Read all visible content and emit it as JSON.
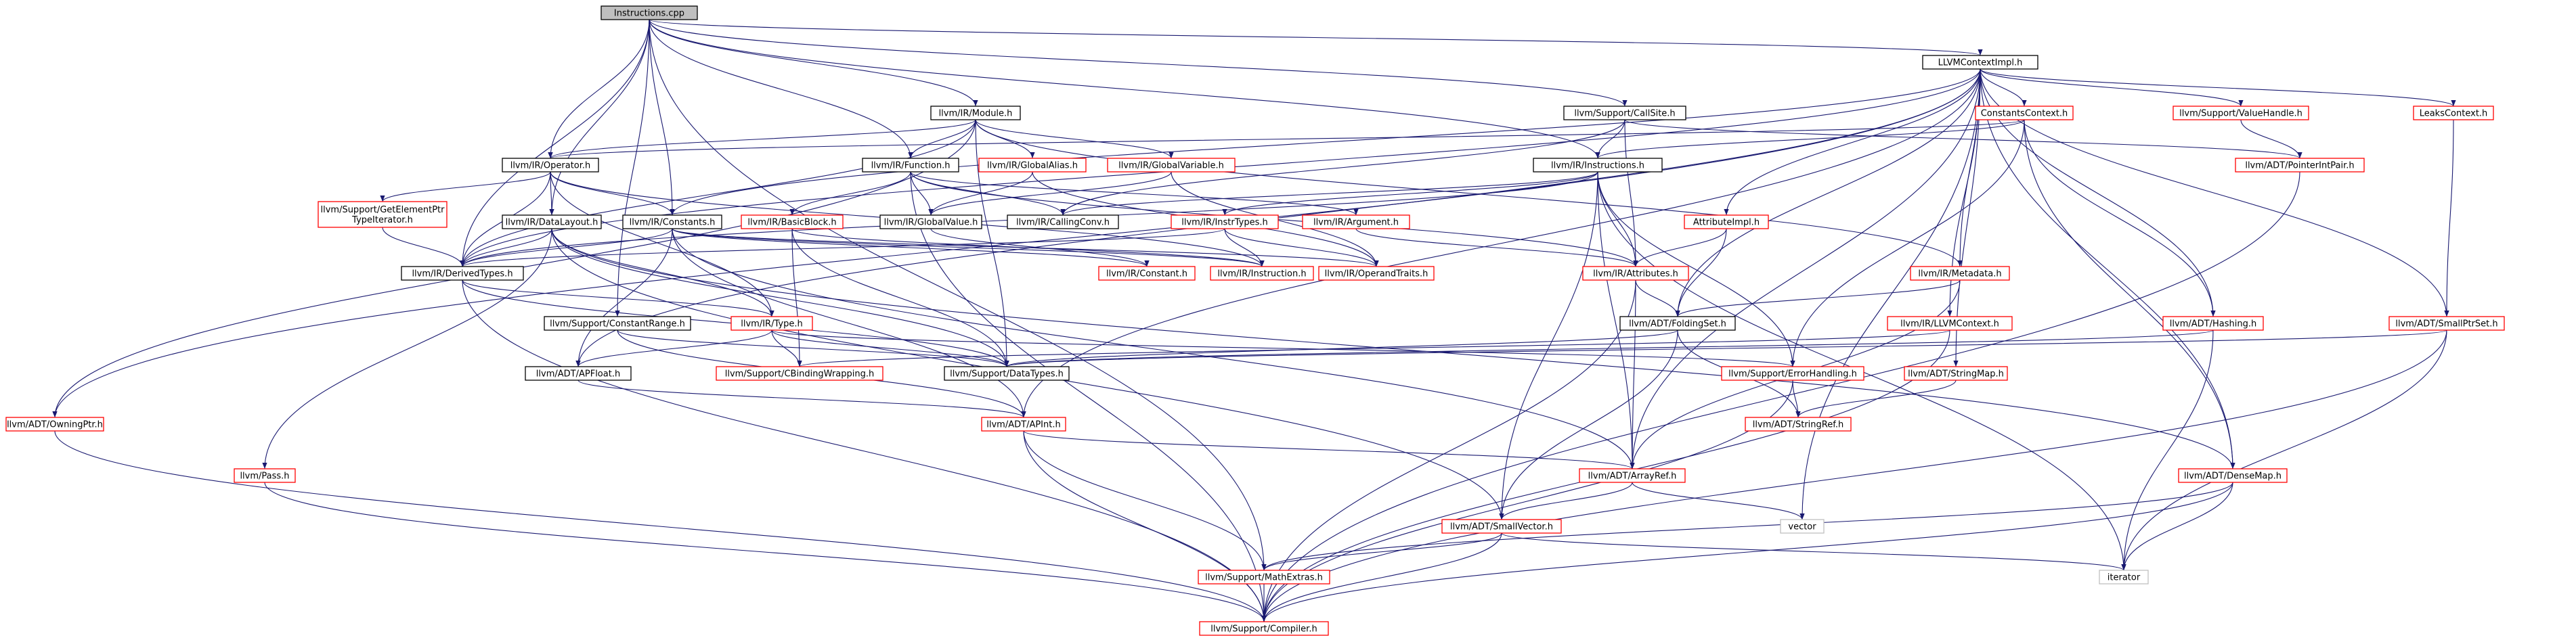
{
  "graph": {
    "type": "include-dependency-graph",
    "colors": {
      "edge": "#191970",
      "root_fill": "#bfbfbf",
      "node_fill": "#ffffff",
      "internal_border": "#000000",
      "external_border": "#ff0000",
      "leaf_border": "#bfbfbf",
      "text": "#000000"
    },
    "nodes": [
      {
        "id": "instructions_cpp",
        "label": "Instructions.cpp",
        "style": "root"
      },
      {
        "id": "llvmcontextimpl",
        "label": "LLVMContextImpl.h",
        "style": "internal"
      },
      {
        "id": "module",
        "label": "llvm/IR/Module.h",
        "style": "internal"
      },
      {
        "id": "callsite",
        "label": "llvm/Support/CallSite.h",
        "style": "internal"
      },
      {
        "id": "constantscontext",
        "label": "ConstantsContext.h",
        "style": "external"
      },
      {
        "id": "valuehandle",
        "label": "llvm/Support/ValueHandle.h",
        "style": "external"
      },
      {
        "id": "leakscontext",
        "label": "LeaksContext.h",
        "style": "external"
      },
      {
        "id": "operator",
        "label": "llvm/IR/Operator.h",
        "style": "internal"
      },
      {
        "id": "function",
        "label": "llvm/IR/Function.h",
        "style": "internal"
      },
      {
        "id": "globalalias",
        "label": "llvm/IR/GlobalAlias.h",
        "style": "external"
      },
      {
        "id": "globalvariable",
        "label": "llvm/IR/GlobalVariable.h",
        "style": "external"
      },
      {
        "id": "instructions",
        "label": "llvm/IR/Instructions.h",
        "style": "internal"
      },
      {
        "id": "pointerintpair",
        "label": "llvm/ADT/PointerIntPair.h",
        "style": "external"
      },
      {
        "id": "gep_iterator",
        "label": "llvm/Support/GetElementPtr\nTypeIterator.h",
        "style": "external"
      },
      {
        "id": "datalayout",
        "label": "llvm/IR/DataLayout.h",
        "style": "internal"
      },
      {
        "id": "constants_h",
        "label": "llvm/IR/Constants.h",
        "style": "internal"
      },
      {
        "id": "basicblock",
        "label": "llvm/IR/BasicBlock.h",
        "style": "external"
      },
      {
        "id": "globalvalue",
        "label": "llvm/IR/GlobalValue.h",
        "style": "internal"
      },
      {
        "id": "callingconv",
        "label": "llvm/IR/CallingConv.h",
        "style": "internal"
      },
      {
        "id": "argument",
        "label": "llvm/IR/Argument.h",
        "style": "external"
      },
      {
        "id": "instrtypes",
        "label": "llvm/IR/InstrTypes.h",
        "style": "external"
      },
      {
        "id": "attributeimpl",
        "label": "AttributeImpl.h",
        "style": "external"
      },
      {
        "id": "derivedtypes",
        "label": "llvm/IR/DerivedTypes.h",
        "style": "internal"
      },
      {
        "id": "constant_h",
        "label": "llvm/IR/Constant.h",
        "style": "external"
      },
      {
        "id": "instruction_h",
        "label": "llvm/IR/Instruction.h",
        "style": "external"
      },
      {
        "id": "operandtraits",
        "label": "llvm/IR/OperandTraits.h",
        "style": "external"
      },
      {
        "id": "attributes",
        "label": "llvm/IR/Attributes.h",
        "style": "external"
      },
      {
        "id": "metadata",
        "label": "llvm/IR/Metadata.h",
        "style": "external"
      },
      {
        "id": "type_h",
        "label": "llvm/IR/Type.h",
        "style": "external"
      },
      {
        "id": "constantrange",
        "label": "llvm/Support/ConstantRange.h",
        "style": "internal"
      },
      {
        "id": "foldingset",
        "label": "llvm/ADT/FoldingSet.h",
        "style": "internal"
      },
      {
        "id": "llvmcontext",
        "label": "llvm/IR/LLVMContext.h",
        "style": "external"
      },
      {
        "id": "hashing",
        "label": "llvm/ADT/Hashing.h",
        "style": "external"
      },
      {
        "id": "smallptrset",
        "label": "llvm/ADT/SmallPtrSet.h",
        "style": "external"
      },
      {
        "id": "apfloat",
        "label": "llvm/ADT/APFloat.h",
        "style": "internal"
      },
      {
        "id": "cbindingwrapping",
        "label": "llvm/Support/CBindingWrapping.h",
        "style": "external"
      },
      {
        "id": "datatypes",
        "label": "llvm/Support/DataTypes.h",
        "style": "internal"
      },
      {
        "id": "errorhandling",
        "label": "llvm/Support/ErrorHandling.h",
        "style": "external"
      },
      {
        "id": "stringmap",
        "label": "llvm/ADT/StringMap.h",
        "style": "external"
      },
      {
        "id": "owningptr",
        "label": "llvm/ADT/OwningPtr.h",
        "style": "external"
      },
      {
        "id": "stringref",
        "label": "llvm/ADT/StringRef.h",
        "style": "external"
      },
      {
        "id": "apint",
        "label": "llvm/ADT/APInt.h",
        "style": "external"
      },
      {
        "id": "pass",
        "label": "llvm/Pass.h",
        "style": "external"
      },
      {
        "id": "arrayref",
        "label": "llvm/ADT/ArrayRef.h",
        "style": "external"
      },
      {
        "id": "densemap",
        "label": "llvm/ADT/DenseMap.h",
        "style": "external"
      },
      {
        "id": "vector",
        "label": "vector",
        "style": "leaf"
      },
      {
        "id": "smallvector",
        "label": "llvm/ADT/SmallVector.h",
        "style": "external"
      },
      {
        "id": "iterator",
        "label": "iterator",
        "style": "leaf"
      },
      {
        "id": "mathextras",
        "label": "llvm/Support/MathExtras.h",
        "style": "external"
      },
      {
        "id": "compiler",
        "label": "llvm/Support/Compiler.h",
        "style": "external"
      }
    ],
    "edges": [
      [
        "instructions_cpp",
        "llvmcontextimpl"
      ],
      [
        "instructions_cpp",
        "module"
      ],
      [
        "instructions_cpp",
        "callsite"
      ],
      [
        "instructions_cpp",
        "operator"
      ],
      [
        "instructions_cpp",
        "function"
      ],
      [
        "instructions_cpp",
        "instructions"
      ],
      [
        "instructions_cpp",
        "datalayout"
      ],
      [
        "instructions_cpp",
        "constants_h"
      ],
      [
        "instructions_cpp",
        "derivedtypes"
      ],
      [
        "instructions_cpp",
        "constantrange"
      ],
      [
        "instructions_cpp",
        "mathextras"
      ],
      [
        "llvmcontextimpl",
        "constantscontext"
      ],
      [
        "llvmcontextimpl",
        "valuehandle"
      ],
      [
        "llvmcontextimpl",
        "leakscontext"
      ],
      [
        "llvmcontextimpl",
        "attributeimpl"
      ],
      [
        "llvmcontextimpl",
        "metadata"
      ],
      [
        "llvmcontextimpl",
        "llvmcontext"
      ],
      [
        "llvmcontextimpl",
        "hashing"
      ],
      [
        "llvmcontextimpl",
        "smallptrset"
      ],
      [
        "llvmcontextimpl",
        "foldingset"
      ],
      [
        "llvmcontextimpl",
        "densemap"
      ],
      [
        "llvmcontextimpl",
        "vector"
      ],
      [
        "llvmcontextimpl",
        "apfloat"
      ],
      [
        "llvmcontextimpl",
        "apint"
      ],
      [
        "llvmcontextimpl",
        "constants_h"
      ],
      [
        "llvmcontextimpl",
        "derivedtypes"
      ],
      [
        "llvmcontextimpl",
        "stringmap"
      ],
      [
        "llvmcontextimpl",
        "arrayref"
      ],
      [
        "llvmcontextimpl",
        "owningptr"
      ],
      [
        "module",
        "function"
      ],
      [
        "module",
        "globalalias"
      ],
      [
        "module",
        "globalvariable"
      ],
      [
        "module",
        "metadata"
      ],
      [
        "module",
        "operator"
      ],
      [
        "module",
        "datatypes"
      ],
      [
        "module",
        "derivedtypes"
      ],
      [
        "module",
        "owningptr"
      ],
      [
        "callsite",
        "instructions"
      ],
      [
        "callsite",
        "attributes"
      ],
      [
        "callsite",
        "callingconv"
      ],
      [
        "callsite",
        "pointerintpair"
      ],
      [
        "constantscontext",
        "instructions"
      ],
      [
        "constantscontext",
        "operator"
      ],
      [
        "constantscontext",
        "hashing"
      ],
      [
        "constantscontext",
        "densemap"
      ],
      [
        "constantscontext",
        "errorhandling"
      ],
      [
        "valuehandle",
        "pointerintpair"
      ],
      [
        "leakscontext",
        "smallptrset"
      ],
      [
        "operator",
        "gep_iterator"
      ],
      [
        "operator",
        "datalayout"
      ],
      [
        "operator",
        "constants_h"
      ],
      [
        "operator",
        "derivedtypes"
      ],
      [
        "operator",
        "instruction_h"
      ],
      [
        "operator",
        "type_h"
      ],
      [
        "function",
        "basicblock"
      ],
      [
        "function",
        "globalvalue"
      ],
      [
        "function",
        "callingconv"
      ],
      [
        "function",
        "argument"
      ],
      [
        "function",
        "attributes"
      ],
      [
        "function",
        "compiler"
      ],
      [
        "globalalias",
        "globalvalue"
      ],
      [
        "globalalias",
        "operandtraits"
      ],
      [
        "globalvariable",
        "globalvalue"
      ],
      [
        "globalvariable",
        "operandtraits"
      ],
      [
        "instructions",
        "instrtypes"
      ],
      [
        "instructions",
        "attributes"
      ],
      [
        "instructions",
        "callingconv"
      ],
      [
        "instructions",
        "derivedtypes"
      ],
      [
        "instructions",
        "smallvector"
      ],
      [
        "instructions",
        "errorhandling"
      ],
      [
        "instructions",
        "iterator"
      ],
      [
        "instructions",
        "arrayref"
      ],
      [
        "pointerintpair",
        "compiler"
      ],
      [
        "gep_iterator",
        "derivedtypes"
      ],
      [
        "datalayout",
        "derivedtypes"
      ],
      [
        "datalayout",
        "type_h"
      ],
      [
        "datalayout",
        "pass"
      ],
      [
        "datalayout",
        "datatypes"
      ],
      [
        "datalayout",
        "densemap"
      ],
      [
        "datalayout",
        "smallvector"
      ],
      [
        "constants_h",
        "constant_h"
      ],
      [
        "constants_h",
        "operandtraits"
      ],
      [
        "constants_h",
        "apint"
      ],
      [
        "constants_h",
        "apfloat"
      ],
      [
        "constants_h",
        "arrayref"
      ],
      [
        "constants_h",
        "derivedtypes"
      ],
      [
        "constants_h",
        "instruction_h"
      ],
      [
        "basicblock",
        "instruction_h"
      ],
      [
        "basicblock",
        "cbindingwrapping"
      ],
      [
        "basicblock",
        "datatypes"
      ],
      [
        "globalvalue",
        "constant_h"
      ],
      [
        "argument",
        "attributes"
      ],
      [
        "instrtypes",
        "instruction_h"
      ],
      [
        "instrtypes",
        "operandtraits"
      ],
      [
        "instrtypes",
        "derivedtypes"
      ],
      [
        "attributeimpl",
        "attributes"
      ],
      [
        "attributeimpl",
        "foldingset"
      ],
      [
        "derivedtypes",
        "type_h"
      ],
      [
        "derivedtypes",
        "datatypes"
      ],
      [
        "derivedtypes",
        "compiler"
      ],
      [
        "attributes",
        "foldingset"
      ],
      [
        "attributes",
        "arrayref"
      ],
      [
        "attributes",
        "compiler"
      ],
      [
        "metadata",
        "foldingset"
      ],
      [
        "metadata",
        "arrayref"
      ],
      [
        "type_h",
        "cbindingwrapping"
      ],
      [
        "type_h",
        "datatypes"
      ],
      [
        "type_h",
        "errorhandling"
      ],
      [
        "type_h",
        "apfloat"
      ],
      [
        "constantrange",
        "apint"
      ],
      [
        "constantrange",
        "datatypes"
      ],
      [
        "foldingset",
        "smallvector"
      ],
      [
        "foldingset",
        "stringref"
      ],
      [
        "foldingset",
        "datatypes"
      ],
      [
        "llvmcontext",
        "cbindingwrapping"
      ],
      [
        "llvmcontext",
        "compiler"
      ],
      [
        "hashing",
        "datatypes"
      ],
      [
        "hashing",
        "iterator"
      ],
      [
        "smallptrset",
        "datatypes"
      ],
      [
        "smallptrset",
        "iterator"
      ],
      [
        "smallptrset",
        "compiler"
      ],
      [
        "apfloat",
        "apint"
      ],
      [
        "errorhandling",
        "stringref"
      ],
      [
        "errorhandling",
        "compiler"
      ],
      [
        "stringmap",
        "stringref"
      ],
      [
        "owningptr",
        "compiler"
      ],
      [
        "apint",
        "arrayref"
      ],
      [
        "apint",
        "mathextras"
      ],
      [
        "apint",
        "compiler"
      ],
      [
        "pass",
        "compiler"
      ],
      [
        "arrayref",
        "smallvector"
      ],
      [
        "arrayref",
        "vector"
      ],
      [
        "densemap",
        "mathextras"
      ],
      [
        "densemap",
        "iterator"
      ],
      [
        "densemap",
        "compiler"
      ],
      [
        "smallvector",
        "mathextras"
      ],
      [
        "smallvector",
        "iterator"
      ],
      [
        "smallvector",
        "compiler"
      ],
      [
        "mathextras",
        "compiler"
      ]
    ]
  }
}
